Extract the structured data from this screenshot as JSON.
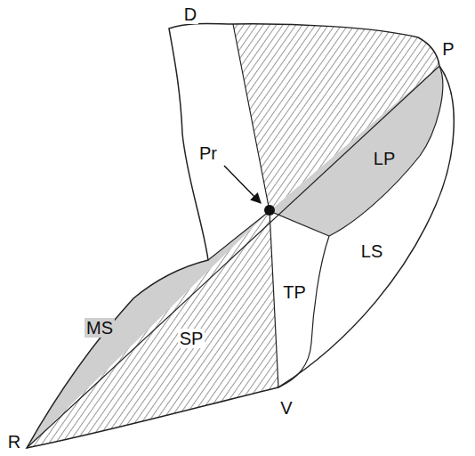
{
  "diagram": {
    "labels": [
      "D",
      "P",
      "Pr",
      "LP",
      "MS",
      "SP",
      "TP",
      "LS",
      "V",
      "R"
    ]
  }
}
